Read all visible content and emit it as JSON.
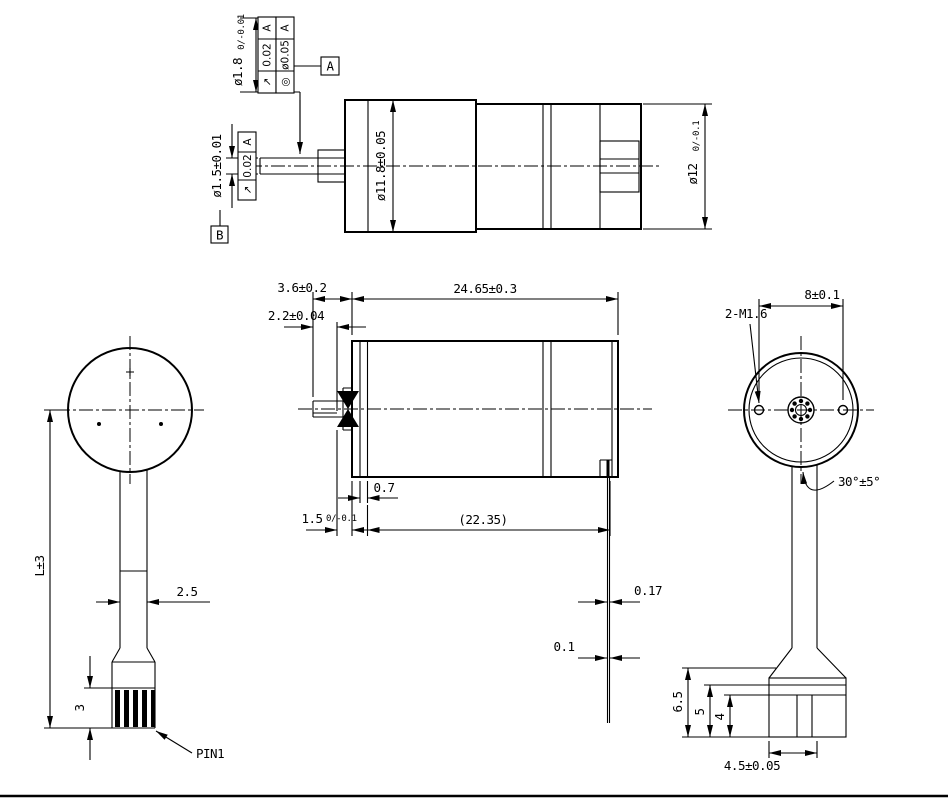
{
  "colors": {
    "ink": "#000000",
    "background": "#ffffff"
  },
  "top_view": {
    "pinion_dia": "ø1.8",
    "pinion_dia_tol": "0/-0.01",
    "fcf_runout": {
      "symbol": "↗",
      "value": "0.02",
      "datum": "A"
    },
    "fcf_conc": {
      "symbol": "◎",
      "value": "ø0.05",
      "datum": "A"
    },
    "fcf_shaft": {
      "symbol": "↗",
      "value": "0.02",
      "datum": "A"
    },
    "datum_a": "A",
    "datum_b": "B",
    "shaft_dia": "ø1.5±0.01",
    "body_dia": "ø11.8±0.05",
    "rear_dia": "ø12",
    "rear_dia_tol": "0/-0.1"
  },
  "side_view": {
    "shaft_length": "3.6±0.2",
    "flat_length": "2.2±0.04",
    "body_length": "24.65±0.3",
    "plate_thickness": "0.7",
    "boss_length": "1.5",
    "boss_length_tol": "0/-0.1",
    "ref_length": "(22.35)"
  },
  "front_view": {
    "lead_length": "L±3",
    "fpc_width": "2.5",
    "connector_thickness": "3",
    "pin_label": "PIN1"
  },
  "rear_view": {
    "hole_span": "8±0.1",
    "thread_callout": "2-M1.6",
    "fpc_angle": "30°±5°"
  },
  "fpc_edge": {
    "thickness_a": "0.17",
    "thickness_b": "0.1"
  },
  "connector_detail": {
    "height_a": "6.5",
    "height_b": "5",
    "height_c": "4",
    "width": "4.5±0.05"
  }
}
